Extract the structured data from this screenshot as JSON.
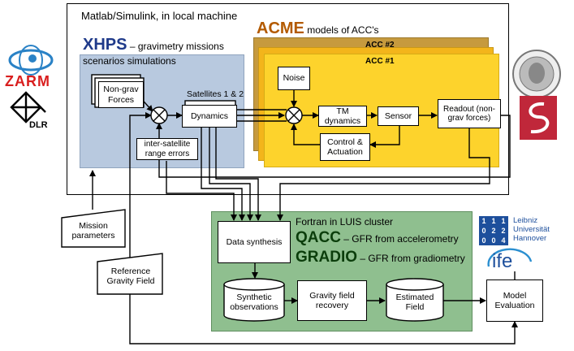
{
  "outer_title": "Matlab/Simulink, in local machine",
  "xhps": {
    "name": "XHPS",
    "desc": "– gravimetry missions",
    "sub": "scenarios simulations"
  },
  "acme": {
    "name": "ACME",
    "desc": "models of ACC's",
    "acc2": "ACC #2",
    "acc1": "ACC #1"
  },
  "blocks": {
    "nongrav": "Non-grav Forces",
    "satellites": "Satellites 1 & 2",
    "dynamics": "Dynamics",
    "range_errors": "inter-satellite range errors",
    "noise": "Noise",
    "tm_dynamics": "TM dynamics",
    "sensor": "Sensor",
    "readout": "Readout (non-grav forces)",
    "control": "Control & Actuation",
    "mission_params": "Mission parameters",
    "ref_gravity": "Reference Gravity Field",
    "data_synthesis": "Data synthesis",
    "synthetic_obs": "Synthetic observations",
    "gf_recovery": "Gravity field recovery",
    "estimated_field": "Estimated Field",
    "model_eval": "Model Evaluation"
  },
  "fortran": {
    "title": "Fortran in LUIS cluster",
    "qacc": "QACC",
    "qacc_desc": "– GFR from accelerometry",
    "gradio": "GRADIO",
    "gradio_desc": "– GFR from gradiometry"
  },
  "logos": {
    "zarm": "ZARM",
    "dlr": "DLR",
    "luh_digits": [
      "1",
      "1",
      "1",
      "0",
      "2",
      "2",
      "0",
      "0",
      "4"
    ],
    "luh_text": [
      "Leibniz",
      "Universität",
      "Hannover"
    ],
    "ife": "ife"
  },
  "colors": {
    "xhps_bg": "#b8c9df",
    "acme_dark": "#c69a3e",
    "acme_gold": "#f3b51b",
    "acme_light": "#fdd32c",
    "fortran_bg": "#8fbf8f",
    "xhps_title": "#1f3a8a",
    "acme_title": "#b35a00"
  }
}
